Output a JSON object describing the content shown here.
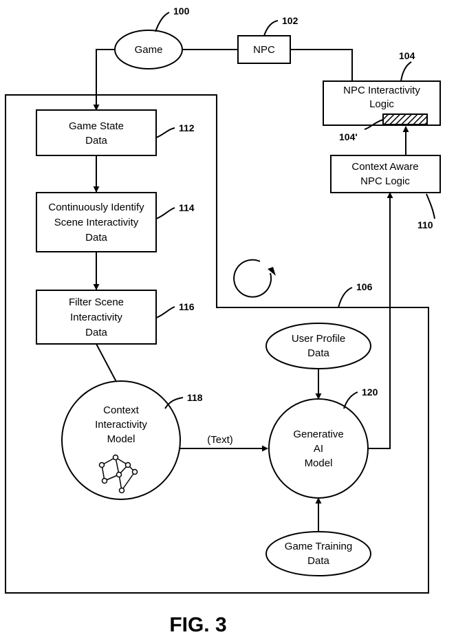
{
  "nodes": {
    "game": {
      "label": [
        "Game"
      ],
      "ref": "100"
    },
    "npc": {
      "label": [
        "NPC"
      ],
      "ref": "102"
    },
    "npc_interactivity_logic": {
      "label": [
        "NPC Interactivity",
        "Logic"
      ],
      "ref": "104",
      "sub_ref": "104'"
    },
    "system_boundary": {
      "ref": "106"
    },
    "context_aware_npc_logic": {
      "label": [
        "Context Aware",
        "NPC Logic"
      ],
      "ref": "110"
    },
    "game_state_data": {
      "label": [
        "Game State",
        "Data"
      ],
      "ref": "112"
    },
    "identify_scene": {
      "label": [
        "Continuously Identify",
        "Scene Interactivity",
        "Data"
      ],
      "ref": "114"
    },
    "filter_scene": {
      "label": [
        "Filter Scene",
        "Interactivity",
        "Data"
      ],
      "ref": "116"
    },
    "context_model": {
      "label": [
        "Context",
        "Interactivity",
        "Model"
      ],
      "ref": "118"
    },
    "generative_ai": {
      "label": [
        "Generative",
        "AI",
        "Model"
      ],
      "ref": "120"
    },
    "user_profile": {
      "label": [
        "User Profile",
        "Data"
      ]
    },
    "game_training": {
      "label": [
        "Game Training",
        "Data"
      ]
    }
  },
  "edge_labels": {
    "text_edge": "(Text)"
  },
  "figure_caption": "FIG. 3"
}
